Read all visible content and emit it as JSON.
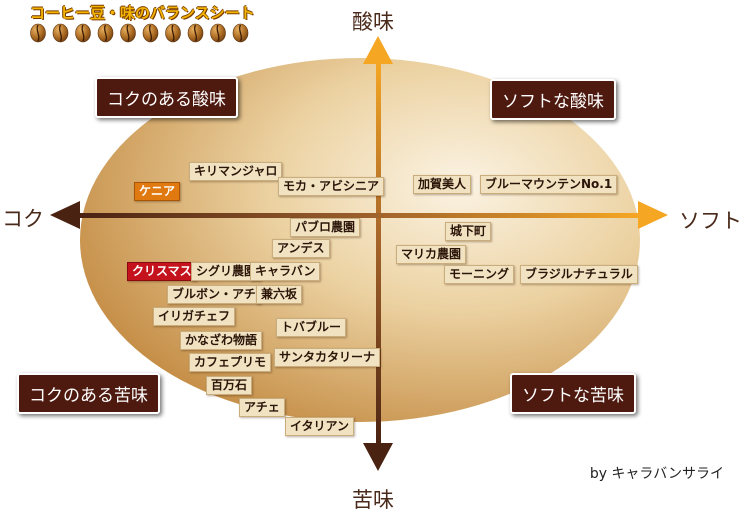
{
  "header": {
    "title": "コーヒー豆・味のバランスシート",
    "bean_count": 10
  },
  "axes": {
    "top": "酸味",
    "bottom": "苦味",
    "left": "コク",
    "right": "ソフト"
  },
  "quadrants": {
    "top_left": "コクのある酸味",
    "top_right": "ソフトな酸味",
    "bottom_left": "コクのある苦味",
    "bottom_right": "ソフトな苦味"
  },
  "coffees": {
    "kilimanjaro": "キリマンジャロ",
    "kenya": "ケニア",
    "mocha": "モカ・アビシニア",
    "kaga": "加賀美人",
    "bluemountain": "ブルーマウンテンNo.1",
    "pablo": "パブロ農園",
    "andes": "アンデス",
    "christmas": "クリスマス",
    "shiguri": "シグリ農園",
    "caravan": "キャラバン",
    "bourbon": "ブルボン・アチ",
    "kenrokuzaka": "兼六坂",
    "irgachefe": "イリガチェフ",
    "kanazawa": "かなざわ物語",
    "tobablue": "トバブルー",
    "cafeprimo": "カフェプリモ",
    "santacatarina": "サンタカタリーナ",
    "hyakumangoku": "百万石",
    "aceh": "アチェ",
    "italian": "イタリアン",
    "joukamachi": "城下町",
    "marika": "マリカ農園",
    "morning": "モーニング",
    "brazil": "ブラジルナチュラル"
  },
  "credit": "by キャラバンサライ",
  "colors": {
    "dark_brown": "#4e1a0f",
    "arrow_orange": "#f5a623",
    "arrow_brown": "#4a2212",
    "highlight_red": "#c4131d",
    "highlight_orange": "#e07a10"
  }
}
